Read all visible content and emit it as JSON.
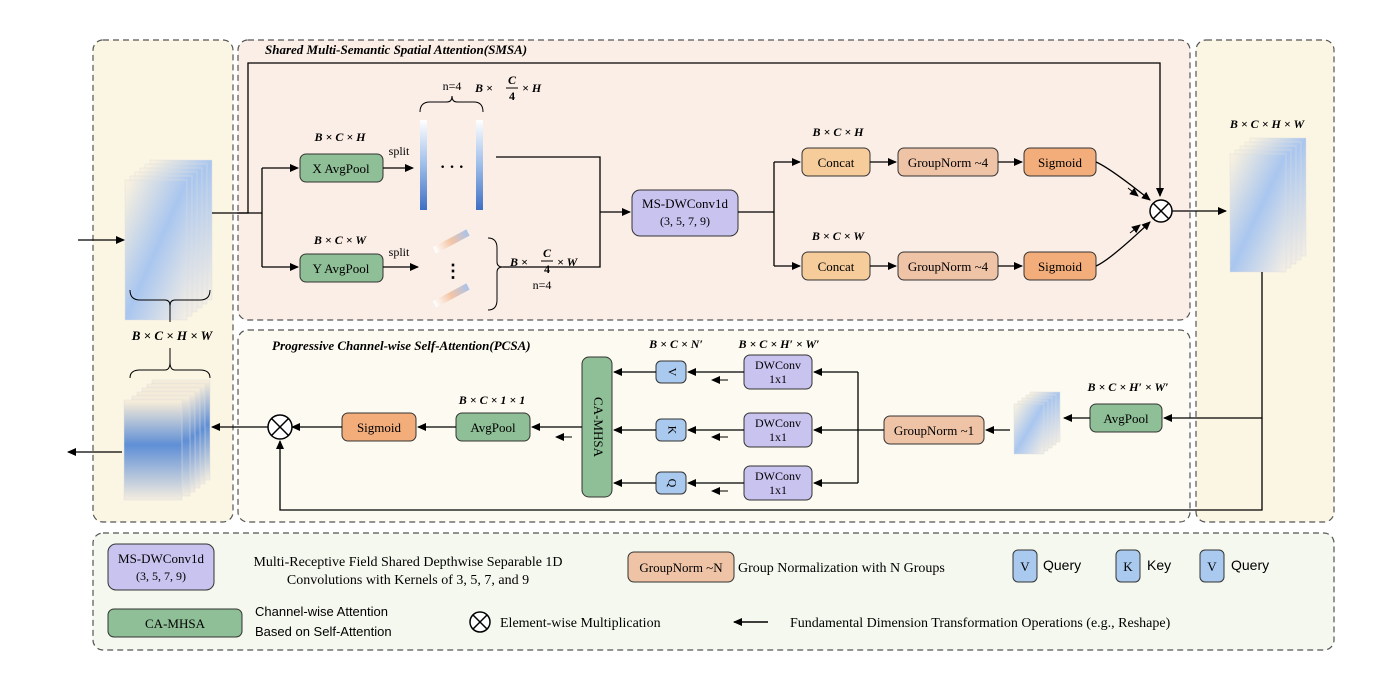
{
  "smsa": {
    "title": "Shared Multi-Semantic Spatial Attention(SMSA)",
    "x_avgpool": "X AvgPool",
    "y_avgpool": "Y AvgPool",
    "split": "split",
    "n4": "n=4",
    "ms_dwconv_l1": "MS-DWConv1d",
    "ms_dwconv_l2": "(3, 5, 7, 9)",
    "concat": "Concat",
    "groupnorm4": "GroupNorm ~4",
    "sigmoid": "Sigmoid",
    "dots_h": "· · ·",
    "dots_v": "⋮",
    "dim_bch": "B × C × H",
    "dim_bcw": "B × C × W",
    "dim_frac_prefix": "B ×",
    "dim_frac_num": "C",
    "dim_frac_den": "4",
    "dim_frac_suffix_h": "× H",
    "dim_frac_suffix_w": "× W"
  },
  "pcsa": {
    "title": "Progressive Channel-wise Self-Attention(PCSA)",
    "dwconv_l1": "DWConv",
    "dwconv_l2": "1x1",
    "v": "V",
    "k": "K",
    "q": "Q",
    "ca_mhsa": "CA-MHSA",
    "avgpool": "AvgPool",
    "sigmoid": "Sigmoid",
    "groupnorm1": "GroupNorm ~1",
    "dim_bcn": "B × C × N′",
    "dim_bchw_prime": "B × C × H′ × W′",
    "dim_bc11": "B × C × 1 × 1"
  },
  "io": {
    "dim_bchw": "B × C × H × W"
  },
  "legend": {
    "ms_l1": "MS-DWConv1d",
    "ms_l2": "(3, 5, 7, 9)",
    "ms_desc_l1": "Multi-Receptive Field Shared Depthwise Separable 1D",
    "ms_desc_l2": "Convolutions with Kernels of 3, 5, 7, and 9",
    "gn": "GroupNorm ~N",
    "gn_desc": "Group Normalization with N Groups",
    "v1": "V",
    "v1_desc": "Query",
    "k": "K",
    "k_desc": "Key",
    "v2": "V",
    "v2_desc": "Query",
    "ca": "CA-MHSA",
    "ca_desc_l1": "Channel-wise Attention",
    "ca_desc_l2": "Based on Self-Attention",
    "mult_desc": "Element-wise Multiplication",
    "arrow_desc": "Fundamental Dimension Transformation Operations (e.g., Reshape)"
  },
  "colors": {
    "smsa_bg": "#fbeee6",
    "pcsa_bg": "#fdfbf1",
    "side_bg": "#fbf6e3",
    "legend_bg": "#f5f8ef",
    "green": "#8fbf96",
    "purple": "#c9c3ef",
    "orange": "#f2ad7b",
    "peach": "#f6cc9a",
    "tan": "#efc3a6",
    "blue": "#aac9ee"
  }
}
